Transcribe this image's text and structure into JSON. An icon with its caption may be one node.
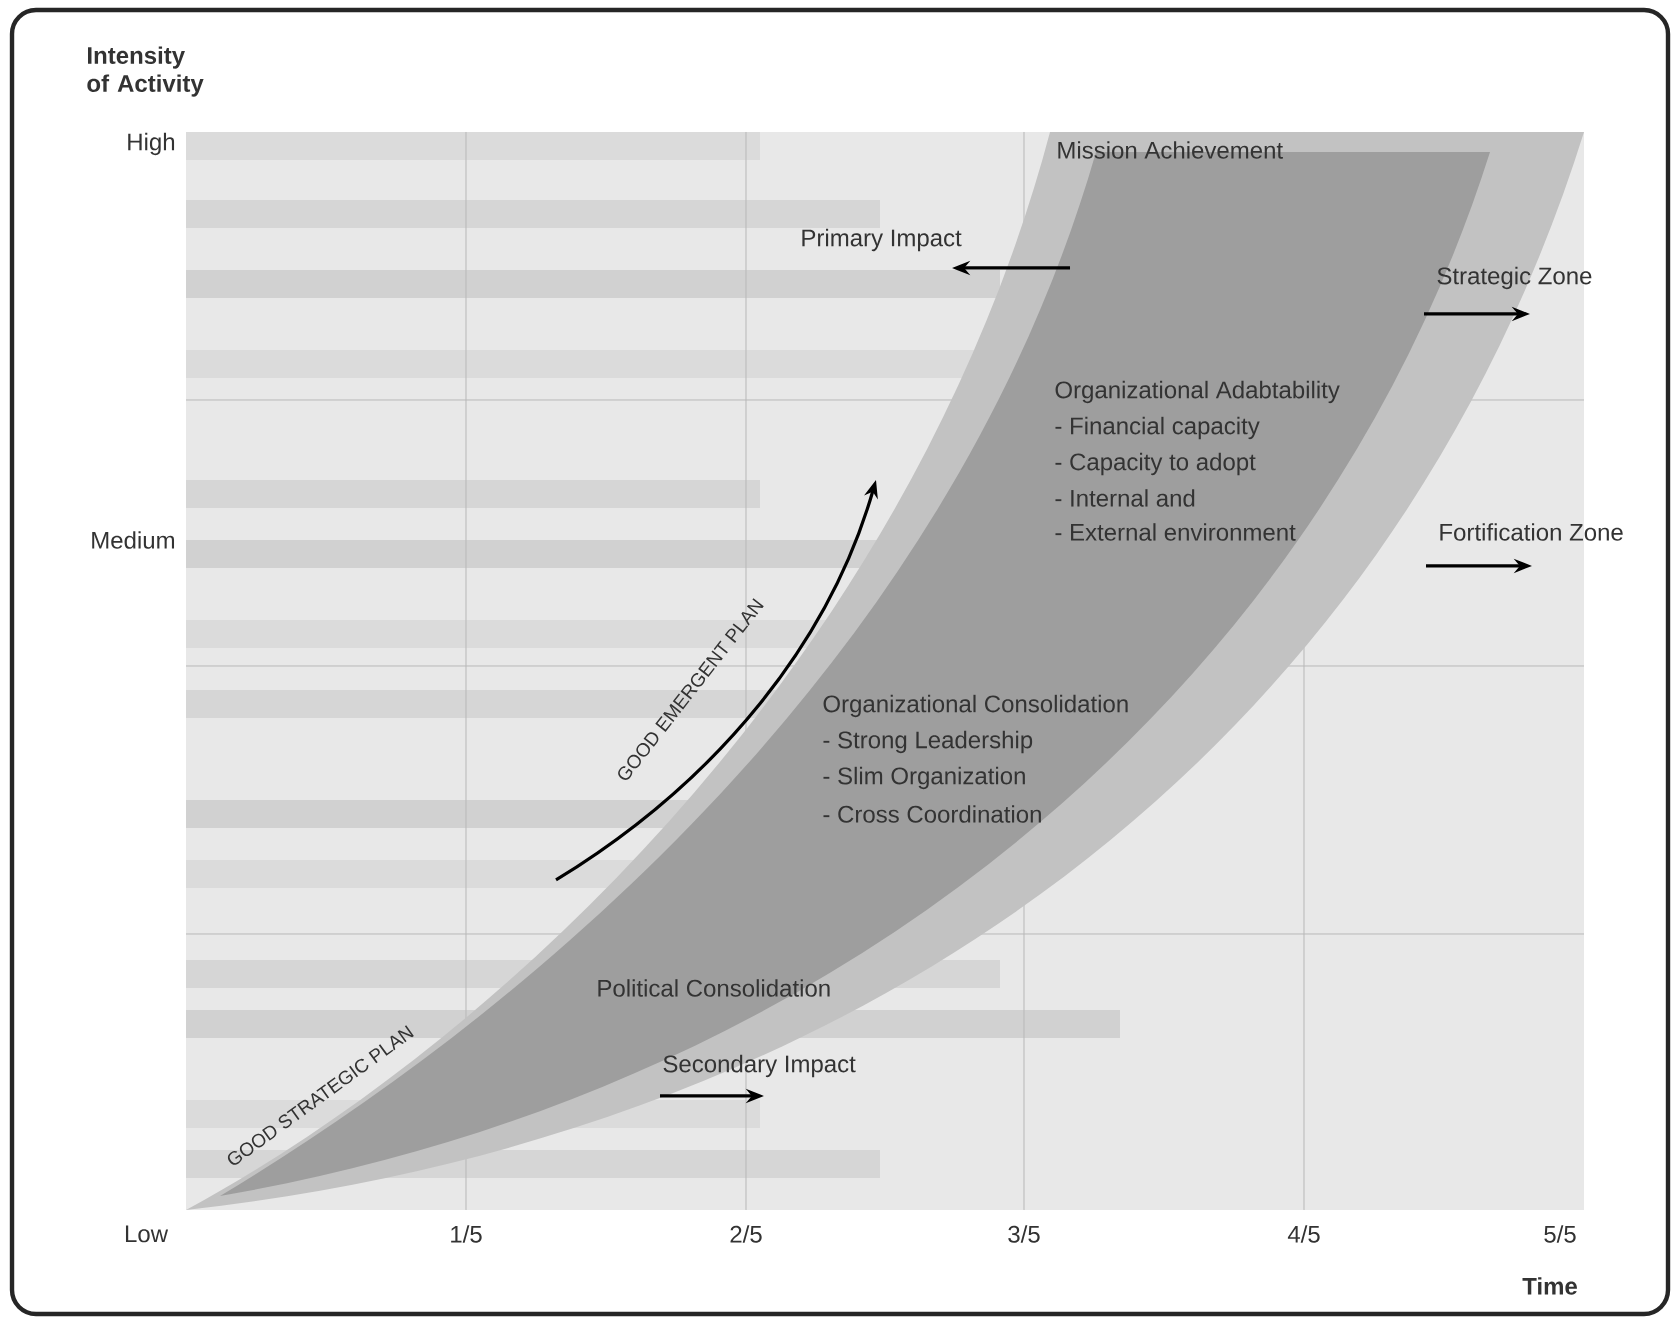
{
  "diagram": {
    "labels": [
      "Intensity of Activity",
      "High",
      "Mission Achievement",
      "Primary Impact",
      "Strategic Zone",
      "Organizational Adabtability",
      "- Financial capacity",
      "- Capacity to adopt",
      "- Internal and",
      "Medium",
      "- External environment",
      "Fortification Zone",
      "GOOD EMERGENT PLAN",
      "Organizational Consolidation",
      "- Strong Leadership",
      "- Slim Organization",
      "- Cross Coordination",
      "GOOD STRATEGIC PLAN",
      "Political Consolidation",
      "Secondary Impact",
      "Low",
      "1/5",
      "2/5",
      "3/5",
      "4/5",
      "5/5",
      "Time"
    ]
  }
}
